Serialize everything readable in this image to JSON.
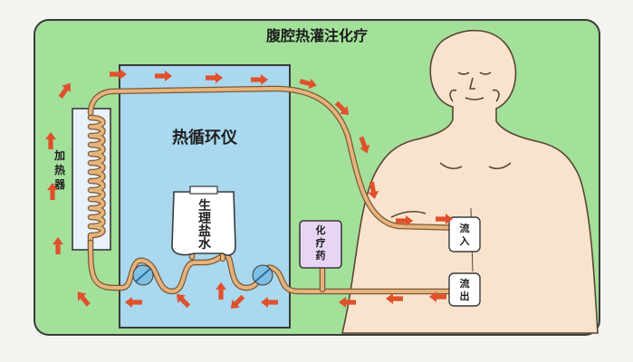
{
  "title": "腹腔热灌注化疗",
  "machine": {
    "label": "热循环仪"
  },
  "heater": {
    "chars": [
      "加",
      "热",
      "器"
    ]
  },
  "saline_bag": {
    "chars": [
      "生",
      "理",
      "盐",
      "水"
    ]
  },
  "chemo_bag": {
    "chars": [
      "化",
      "疗",
      "药"
    ]
  },
  "port_in": {
    "chars": [
      "流",
      "入"
    ]
  },
  "port_out": {
    "chars": [
      "流",
      "出"
    ]
  },
  "colors": {
    "background": "#a3e09a",
    "machine": "#a9d8ef",
    "skin": "#fae3cc",
    "tube": "#e6b37a",
    "arrow": "#e1502c",
    "chemo_bag": "#e8d4f4"
  }
}
